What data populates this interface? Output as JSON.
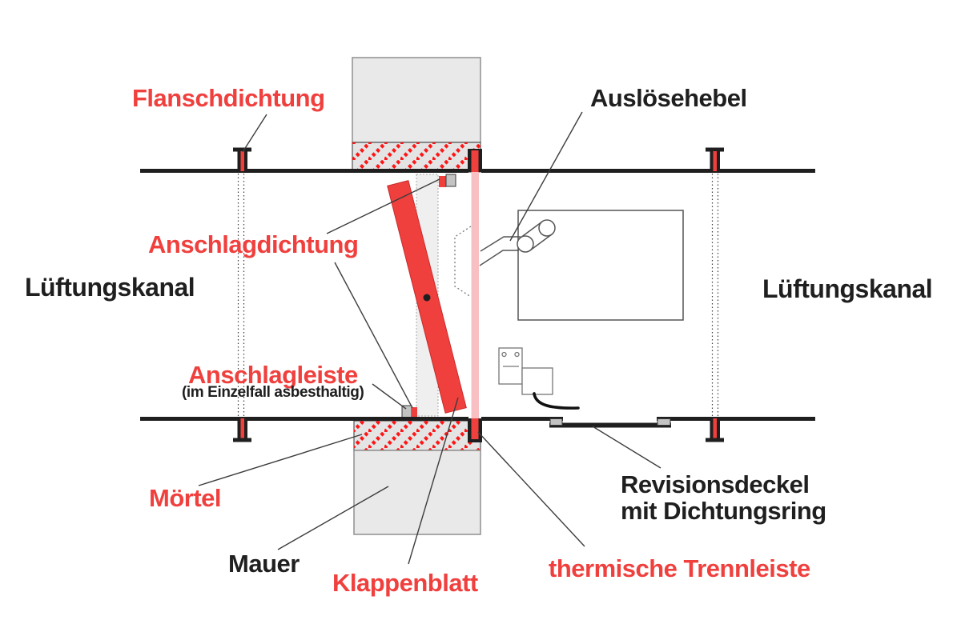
{
  "colors": {
    "red": "#f0403e",
    "pink": "#f9c0c3",
    "ink": "#1f1f1f",
    "leader": "#3c3c3c",
    "wall": "#e9e9e9",
    "wallline": "#8f8f8f",
    "hatch_bg": "#e4e4e4",
    "hatch_line": "#ff1515",
    "metal": "#c3c3c3",
    "outline": "#555555"
  },
  "labels": {
    "flanschdichtung": "Flanschdichtung",
    "ausloesehebel": "Auslösehebel",
    "anschlagdichtung": "Anschlagdichtung",
    "lueftungskanal_left": "Lüftungskanal",
    "lueftungskanal_right": "Lüftungskanal",
    "anschlagleiste": "Anschlagleiste",
    "anschlagleiste_note": "(im Einzelfall asbesthaltig)",
    "moertel": "Mörtel",
    "mauer": "Mauer",
    "klappenblatt": "Klappenblatt",
    "thermische_trennleiste": "thermische Trennleiste",
    "revisionsdeckel_line1": "Revisionsdeckel",
    "revisionsdeckel_line2": "mit Dichtungsring"
  }
}
